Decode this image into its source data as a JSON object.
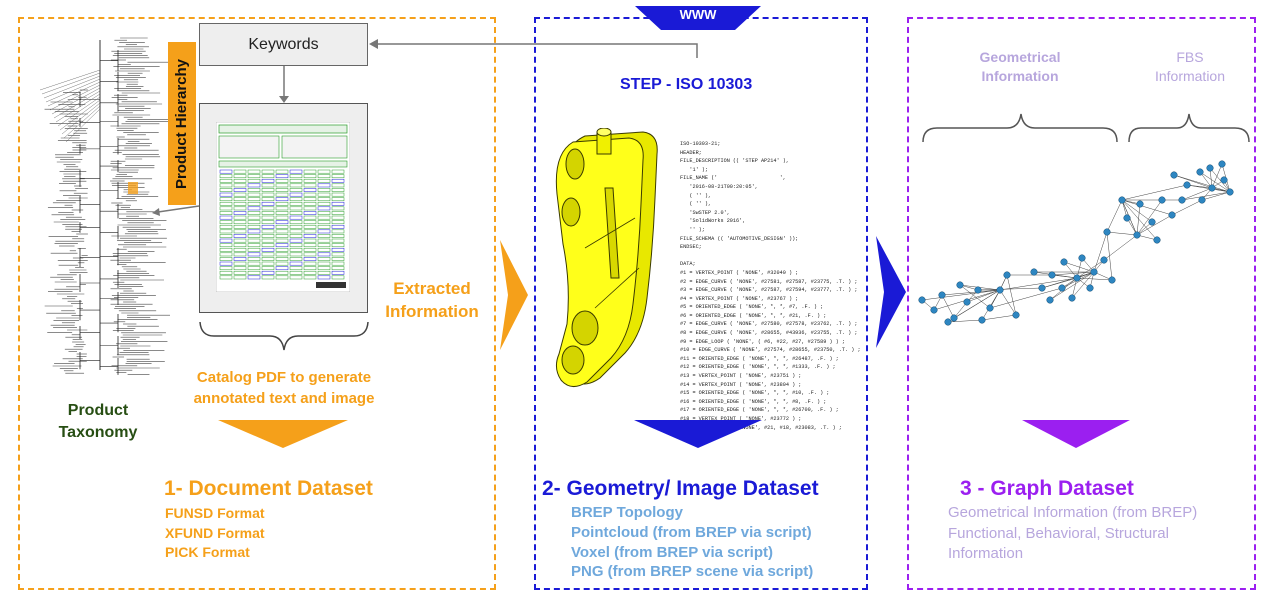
{
  "colors": {
    "document": "#f5a01a",
    "geometry": "#1a1ad6",
    "graph": "#9b1ff0",
    "geometry_items": "#6fa8dc",
    "graph_items": "#b7a6dd",
    "taxonomy": "#274e13",
    "node": "#2e86c1"
  },
  "document": {
    "keywords": "Keywords",
    "product_hierarchy": "Product Hierarchy",
    "product_taxonomy": [
      "Product",
      "Taxonomy"
    ],
    "extracted_information": [
      "Extracted",
      "Information"
    ],
    "catalog_caption": [
      "Catalog PDF to generate",
      "annotated text and image"
    ],
    "title": "1- Document Dataset",
    "formats": [
      "FUNSD Format",
      "XFUND Format",
      "PICK Format"
    ]
  },
  "geometry": {
    "www": "WWW",
    "step_title": "STEP - ISO 10303",
    "title": "2- Geometry/ Image Dataset",
    "items": [
      "BREP Topology",
      "Pointcloud (from BREP via script)",
      "Voxel (from BREP via script)",
      "PNG (from BREP scene via script)"
    ],
    "step_file_lines": [
      "ISO-10303-21;",
      "HEADER;",
      "FILE_DESCRIPTION (( 'STEP AP214' ),",
      "   '1' );",
      "FILE_NAME ('                    ',",
      "   '2016-08-21T00:20:05',",
      "   ( '' ),",
      "   ( '' ),",
      "   'SwSTEP 2.0',",
      "   'SolidWorks 2016',",
      "   '' );",
      "FILE_SCHEMA (( 'AUTOMOTIVE_DESIGN' ));",
      "ENDSEC;",
      "",
      "DATA;",
      "#1 = VERTEX_POINT ( 'NONE', #32040 ) ;",
      "#2 = EDGE_CURVE ( 'NONE', #27581, #27587, #23775, .T. ) ;",
      "#3 = EDGE_CURVE ( 'NONE', #27587, #27594, #23777, .T. ) ;",
      "#4 = VERTEX_POINT ( 'NONE', #23767 ) ;",
      "#5 = ORIENTED_EDGE ( 'NONE', *, *, #7, .F. ) ;",
      "#6 = ORIENTED_EDGE ( 'NONE', *, *, #21, .F. ) ;",
      "#7 = EDGE_CURVE ( 'NONE', #27580, #27578, #23762, .T. ) ;",
      "#8 = EDGE_CURVE ( 'NONE', #28655, #43936, #23755, .T. ) ;",
      "#9 = EDGE_LOOP ( 'NONE', ( #6, #22, #27, #27589 ) ) ;",
      "#10 = EDGE_CURVE ( 'NONE', #27574, #28655, #23750, .T. ) ;",
      "#11 = ORIENTED_EDGE ( 'NONE', *, *, #26487, .F. ) ;",
      "#12 = ORIENTED_EDGE ( 'NONE', *, *, #1333, .F. ) ;",
      "#13 = VERTEX_POINT ( 'NONE', #23751 ) ;",
      "#14 = VERTEX_POINT ( 'NONE', #23804 ) ;",
      "#15 = ORIENTED_EDGE ( 'NONE', *, *, #10, .F. ) ;",
      "#16 = ORIENTED_EDGE ( 'NONE', *, *, #8, .F. ) ;",
      "#17 = ORIENTED_EDGE ( 'NONE', *, *, #26700, .F. ) ;",
      "#18 = VERTEX_POINT ( 'NONE', #23772 ) ;",
      "#19 = EDGE_CURVE ( 'NONE', #21, #18, #23083, .T. ) ;"
    ]
  },
  "graph": {
    "geometrical": [
      "Geometrical",
      "Information"
    ],
    "fbs": [
      "FBS",
      "Information"
    ],
    "title": "3 - Graph Dataset",
    "items": [
      "Geometrical Information (from BREP)",
      "Functional, Behavioral, Structural",
      "Information"
    ]
  }
}
